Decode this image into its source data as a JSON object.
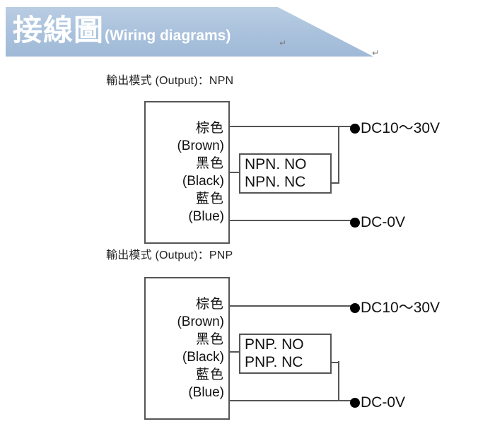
{
  "banner": {
    "title_cjk": "接線圖",
    "title_en": "(Wiring diagrams)",
    "pilcrow": "↵",
    "color": "#a9c1dc",
    "text_color": "#ffffff"
  },
  "diagrams": [
    {
      "id": "npn",
      "mode_label": "輸出模式 (Output)：NPN",
      "wires": [
        {
          "cjk": "棕色",
          "en": "(Brown)"
        },
        {
          "cjk": "黑色",
          "en": "(Black)"
        },
        {
          "cjk": "藍色",
          "en": "(Blue)"
        }
      ],
      "switch": {
        "no": "NPN. NO",
        "nc": "NPN. NC"
      },
      "terminals": [
        {
          "label": "DC10～30V"
        },
        {
          "label": "DC-0V"
        }
      ]
    },
    {
      "id": "pnp",
      "mode_label": "輸出模式 (Output)：PNP",
      "wires": [
        {
          "cjk": "棕色",
          "en": "(Brown)"
        },
        {
          "cjk": "黑色",
          "en": "(Black)"
        },
        {
          "cjk": "藍色",
          "en": "(Blue)"
        }
      ],
      "switch": {
        "no": "PNP. NO",
        "nc": "PNP. NC"
      },
      "terminals": [
        {
          "label": "DC10～30V"
        },
        {
          "label": "DC-0V"
        }
      ]
    }
  ],
  "line_color": "#555555"
}
